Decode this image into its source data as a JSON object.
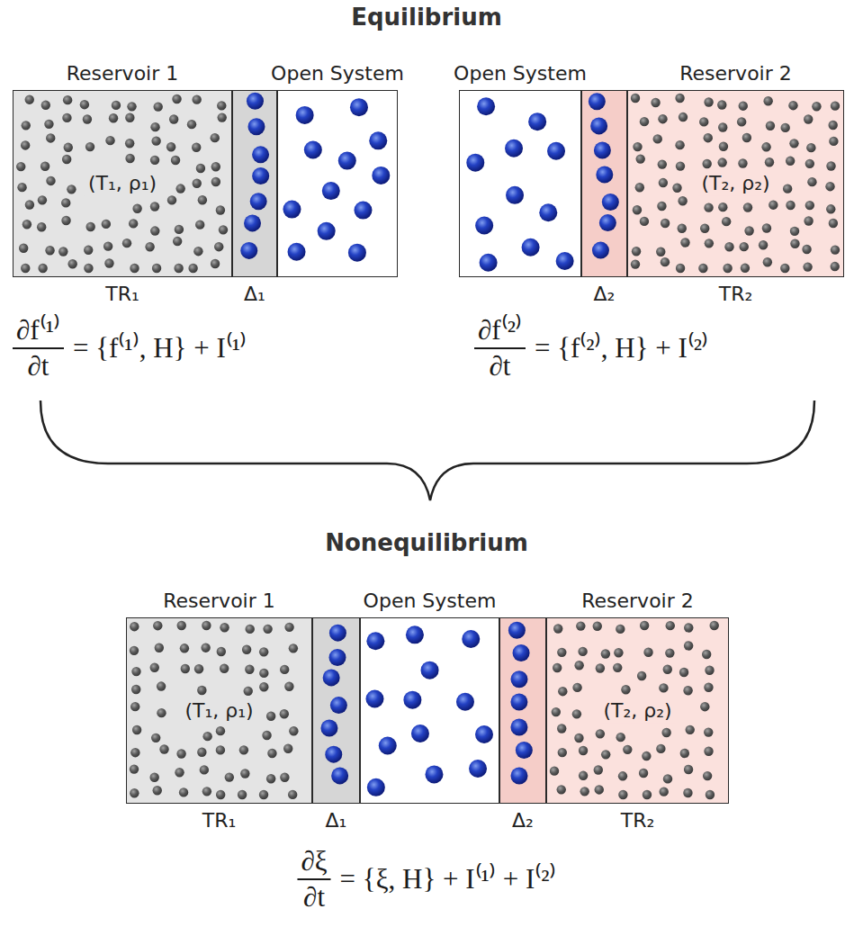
{
  "diagram": {
    "nodes": [
      {
        "text": [
          "Reservoir 1",
          "(T₁, ρ₁)",
          "TR₁"
        ]
      },
      {
        "text": [
          "Δ₁"
        ]
      },
      {
        "text": [
          "Open System"
        ]
      },
      {
        "text": [
          "Open System"
        ]
      },
      {
        "text": [
          "Δ₂"
        ]
      },
      {
        "text": [
          "Reservoir 2",
          "(T₂, ρ₂)",
          "TR₂"
        ]
      },
      {
        "text": [
          "Reservoir 1",
          "(T₁, ρ₁)",
          "TR₁"
        ]
      },
      {
        "text": [
          "Δ₁"
        ]
      },
      {
        "text": [
          "Open System"
        ]
      },
      {
        "text": [
          "Δ₂"
        ]
      },
      {
        "text": [
          "Reservoir 2",
          "(T₂, ρ₂)",
          "TR₂"
        ]
      }
    ],
    "labels": [
      "Equilibrium",
      "∂f⁽¹⁾",
      "∂t",
      "= {f⁽¹⁾, H} + I⁽¹⁾",
      "∂f⁽²⁾",
      "∂t",
      "= {f⁽²⁾, H} + I⁽²⁾",
      "Nonequilibrium",
      "∂ξ",
      "∂t",
      "= {ξ, H} + I⁽¹⁾ + I⁽²⁾"
    ]
  }
}
